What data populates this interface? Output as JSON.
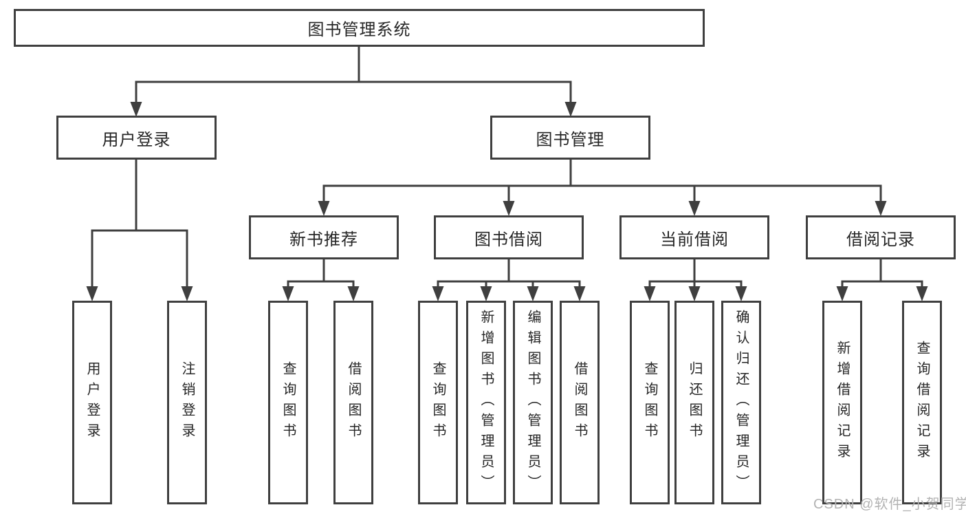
{
  "diagram": {
    "root_label": "图书管理系统",
    "login": {
      "label": "用户登录",
      "leaves": [
        "用户登录",
        "注销登录"
      ]
    },
    "management": {
      "label": "图书管理",
      "children": [
        {
          "label": "新书推荐",
          "leaves": [
            "查询图书",
            "借阅图书"
          ]
        },
        {
          "label": "图书借阅",
          "leaves": [
            "查询图书",
            "新增图书（管理员）",
            "编辑图书（管理员）",
            "借阅图书"
          ]
        },
        {
          "label": "当前借阅",
          "leaves": [
            "查询图书",
            "归还图书",
            "确认归还（管理员）"
          ]
        },
        {
          "label": "借阅记录",
          "leaves": [
            "新增借阅记录",
            "查询借阅记录"
          ]
        }
      ]
    }
  },
  "watermark": "CSDN @软件_小贺同学",
  "colors": {
    "line": "#3f3f3f",
    "text": "#262626",
    "watermark_gray": "#b3b3b3",
    "background": "#ffffff"
  }
}
